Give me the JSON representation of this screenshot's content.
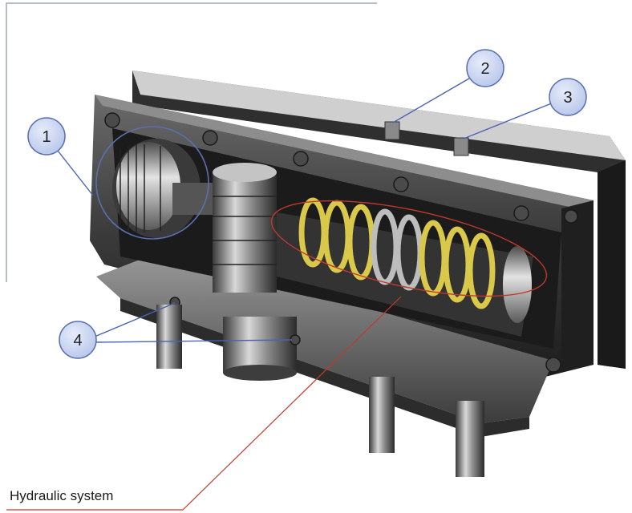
{
  "callouts": [
    {
      "label": "1"
    },
    {
      "label": "2"
    },
    {
      "label": "3"
    },
    {
      "label": "4"
    }
  ],
  "caption": "Hydraulic system",
  "colors": {
    "callout_fill": "#c9d3ee",
    "callout_stroke": "#5a6fae",
    "leader_line": "#4a63b0",
    "caption_line": "#c0392b",
    "frame_line": "#8a93b5",
    "spring_yellow": "#d9c84a",
    "metal_dark": "#2b2b2b"
  }
}
